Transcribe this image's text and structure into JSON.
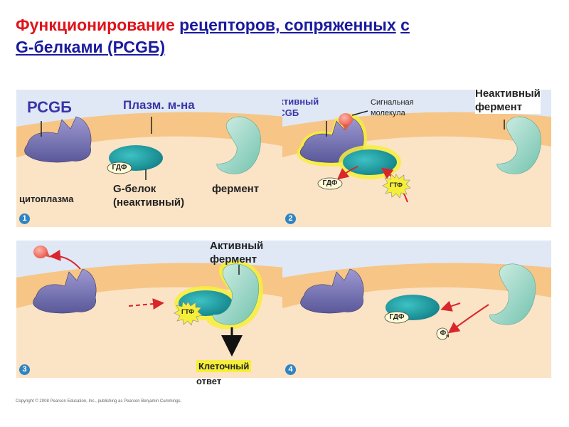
{
  "title": {
    "part1": "Функционирование ",
    "part2": "рецепторов, сопряженных",
    "part3": " ",
    "part4": "с",
    "line2": "G-белками (РСGБ)"
  },
  "panels": [
    {
      "number": "1",
      "labels": {
        "receptor": "РСGБ",
        "membrane": "Плазм. м-на",
        "gdp": "ГДФ",
        "gprotein_line1": "G-белок",
        "gprotein_line2": "(неактивный)",
        "cytoplasm": "цитоплазма",
        "enzyme": "фермент"
      }
    },
    {
      "number": "2",
      "labels": {
        "active_line1": "Активный",
        "active_line2": "РСGБ",
        "signal_line1": "Сигнальная",
        "signal_line2": "молекула",
        "gdp": "ГДФ",
        "gtp": "ГТФ"
      }
    },
    {
      "number": "3",
      "labels": {
        "active_enzyme_line1": "Активный",
        "active_enzyme_line2": "фермент",
        "gtp": "ГТФ",
        "response_line1": "Клеточный",
        "response_line2": "ответ"
      }
    },
    {
      "number": "4",
      "labels": {
        "gdp": "ГДФ",
        "phosphate": "Ф",
        "phosphate_sub": "н"
      }
    }
  ],
  "outside_labels": {
    "inactive_enzyme_line1": "Неактивный",
    "inactive_enzyme_line2": "фермент"
  },
  "copyright": "Copyright © 2008 Pearson Education, Inc., publishing as Pearson Benjamin Cummings.",
  "colors": {
    "title_red": "#e0131a",
    "title_blue": "#1a1a9e",
    "label_blue": "#3a35a8",
    "panel_bg": "#dfe8f4",
    "membrane": "#f7c585",
    "cytoplasm": "#fbe3c6",
    "receptor": "#7a77b8",
    "gprotein": "#1a9aa0",
    "enzyme": "#a6dccd",
    "glow": "#f6ef3a",
    "arrow": "#d9262b",
    "number_badge": "#2f84c2"
  }
}
